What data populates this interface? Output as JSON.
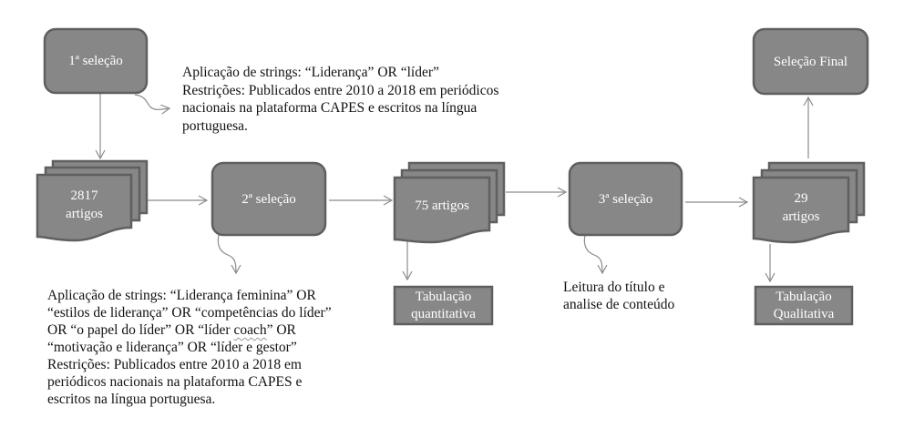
{
  "diagram": {
    "type": "flowchart",
    "colors": {
      "node_fill": "#878787",
      "node_border": "#5f5f5f",
      "node_text": "#ffffff",
      "connector": "#8c8c8c",
      "note_text": "#111111",
      "background": "#ffffff"
    },
    "nodes": {
      "selection_1": {
        "label": "1ª seleção"
      },
      "docs_2817": {
        "line1": "2817",
        "line2": "artigos"
      },
      "selection_2": {
        "label": "2ª seleção"
      },
      "docs_75": {
        "label": "75 artigos"
      },
      "tab_quant": {
        "line1": "Tabulação",
        "line2": "quantitativa"
      },
      "selection_3": {
        "label": "3ª seleção"
      },
      "docs_29": {
        "line1": "29",
        "line2": "artigos"
      },
      "tab_qual": {
        "line1": "Tabulação",
        "line2": "Qualitativa"
      },
      "selection_final": {
        "label": "Seleção Final"
      }
    },
    "notes": {
      "selection_1": {
        "lines": [
          "Aplicação de strings: “Liderança”  OR “líder”",
          "Restrições: Publicados entre 2010 a 2018 em periódicos",
          "nacionais na plataforma CAPES  e escritos na língua",
          "portuguesa."
        ]
      },
      "selection_2": {
        "line1": "Aplicação de strings: “Liderança  feminina” OR",
        "line2": "“estilos de liderança” OR “competências do líder”",
        "line3_a": "OR “o papel do líder” OR “líder ",
        "line3_b": "coach",
        "line3_c": "” OR",
        "line4": "“motivação  e liderança” OR “líder e gestor”",
        "line5": "Restrições: Publicados entre 2010 a 2018 em",
        "line6": "periódicos nacionais na plataforma CAPES  e",
        "line7": "escritos na língua  portuguesa."
      },
      "selection_3": {
        "lines": [
          "Leitura do título e",
          "analise de conteúdo"
        ]
      }
    },
    "edges": [
      {
        "from": "1ª seleção",
        "to": "2817 artigos"
      },
      {
        "from": "2817 artigos",
        "to": "2ª seleção"
      },
      {
        "from": "2ª seleção",
        "to": "75 artigos"
      },
      {
        "from": "75 artigos",
        "to": "Tabulação quantitativa"
      },
      {
        "from": "75 artigos",
        "to": "3ª seleção"
      },
      {
        "from": "3ª seleção",
        "to": "29 artigos"
      },
      {
        "from": "29 artigos",
        "to": "Tabulação Qualitativa"
      },
      {
        "from": "29 artigos",
        "to": "Seleção Final"
      }
    ]
  }
}
